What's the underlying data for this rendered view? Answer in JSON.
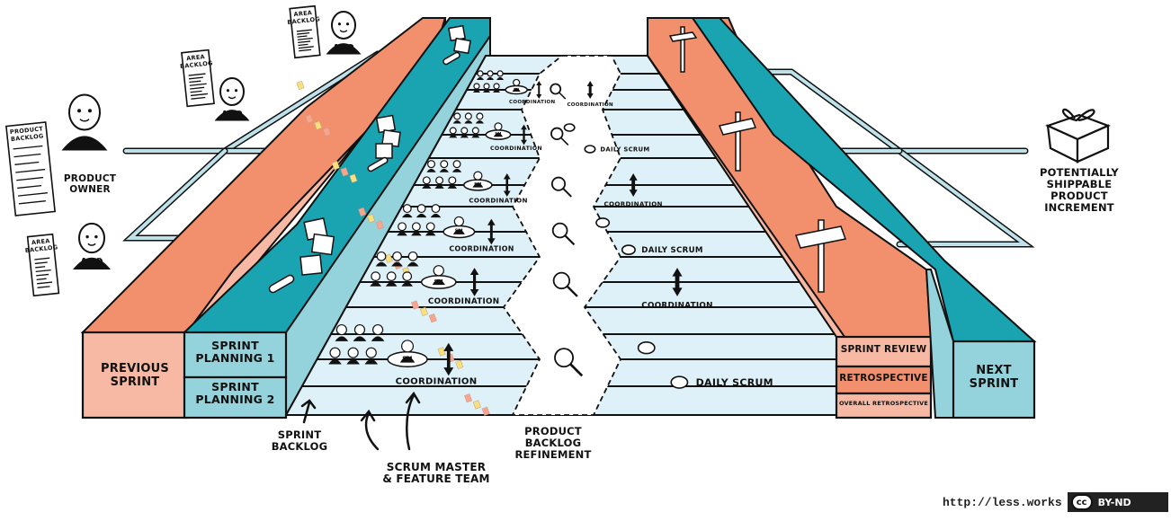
{
  "colors": {
    "salmon": "#f2906e",
    "salmon_light": "#f7b9a3",
    "teal": "#1aa3b0",
    "teal_light": "#95d3dc",
    "floor": "#dff1f8",
    "ink": "#111111"
  },
  "people": {
    "product_owner_label": "PRODUCT\nOWNER",
    "apo_badge": "APO",
    "sm_badge": "SM",
    "product_backlog_title": "PRODUCT\nBACKLOG",
    "area_backlog_title": "AREA\nBACKLOG"
  },
  "blocks": {
    "previous_sprint": "PREVIOUS\nSPRINT",
    "sprint_planning_1": "SPRINT\nPLANNING 1",
    "sprint_planning_2": "SPRINT\nPLANNING 2",
    "sprint_review": "SPRINT REVIEW",
    "retrospective": "RETROSPECTIVE",
    "overall_retrospective": "OVERALL RETROSPECTIVE",
    "next_sprint": "NEXT\nSPRINT"
  },
  "lanes": [
    {
      "team_label": "COORDINATION",
      "scrum_label": "DAILY SCRUM"
    },
    {
      "team_label": "COORDINATION",
      "scrum_label": "COORDINATION"
    },
    {
      "team_label": "COORDINATION",
      "scrum_label": "DAILY SCRUM"
    },
    {
      "team_label": "COORDINATION",
      "scrum_label": "COORDINATION"
    },
    {
      "team_label": "COORDINATION",
      "scrum_label": "DAILY SCRUM"
    },
    {
      "team_label": "COORDINATION",
      "scrum_label": "COORDINATION"
    }
  ],
  "callouts": {
    "sprint_backlog": "SPRINT\nBACKLOG",
    "scrum_master_team": "SCRUM MASTER\n& FEATURE TEAM",
    "product_backlog_refinement": "PRODUCT\nBACKLOG\nREFINEMENT",
    "increment": "POTENTIALLY\nSHIPPABLE\nPRODUCT\nINCREMENT"
  },
  "footer": {
    "url": "http://less.works",
    "license_logo": "cc",
    "license": "BY-ND"
  }
}
